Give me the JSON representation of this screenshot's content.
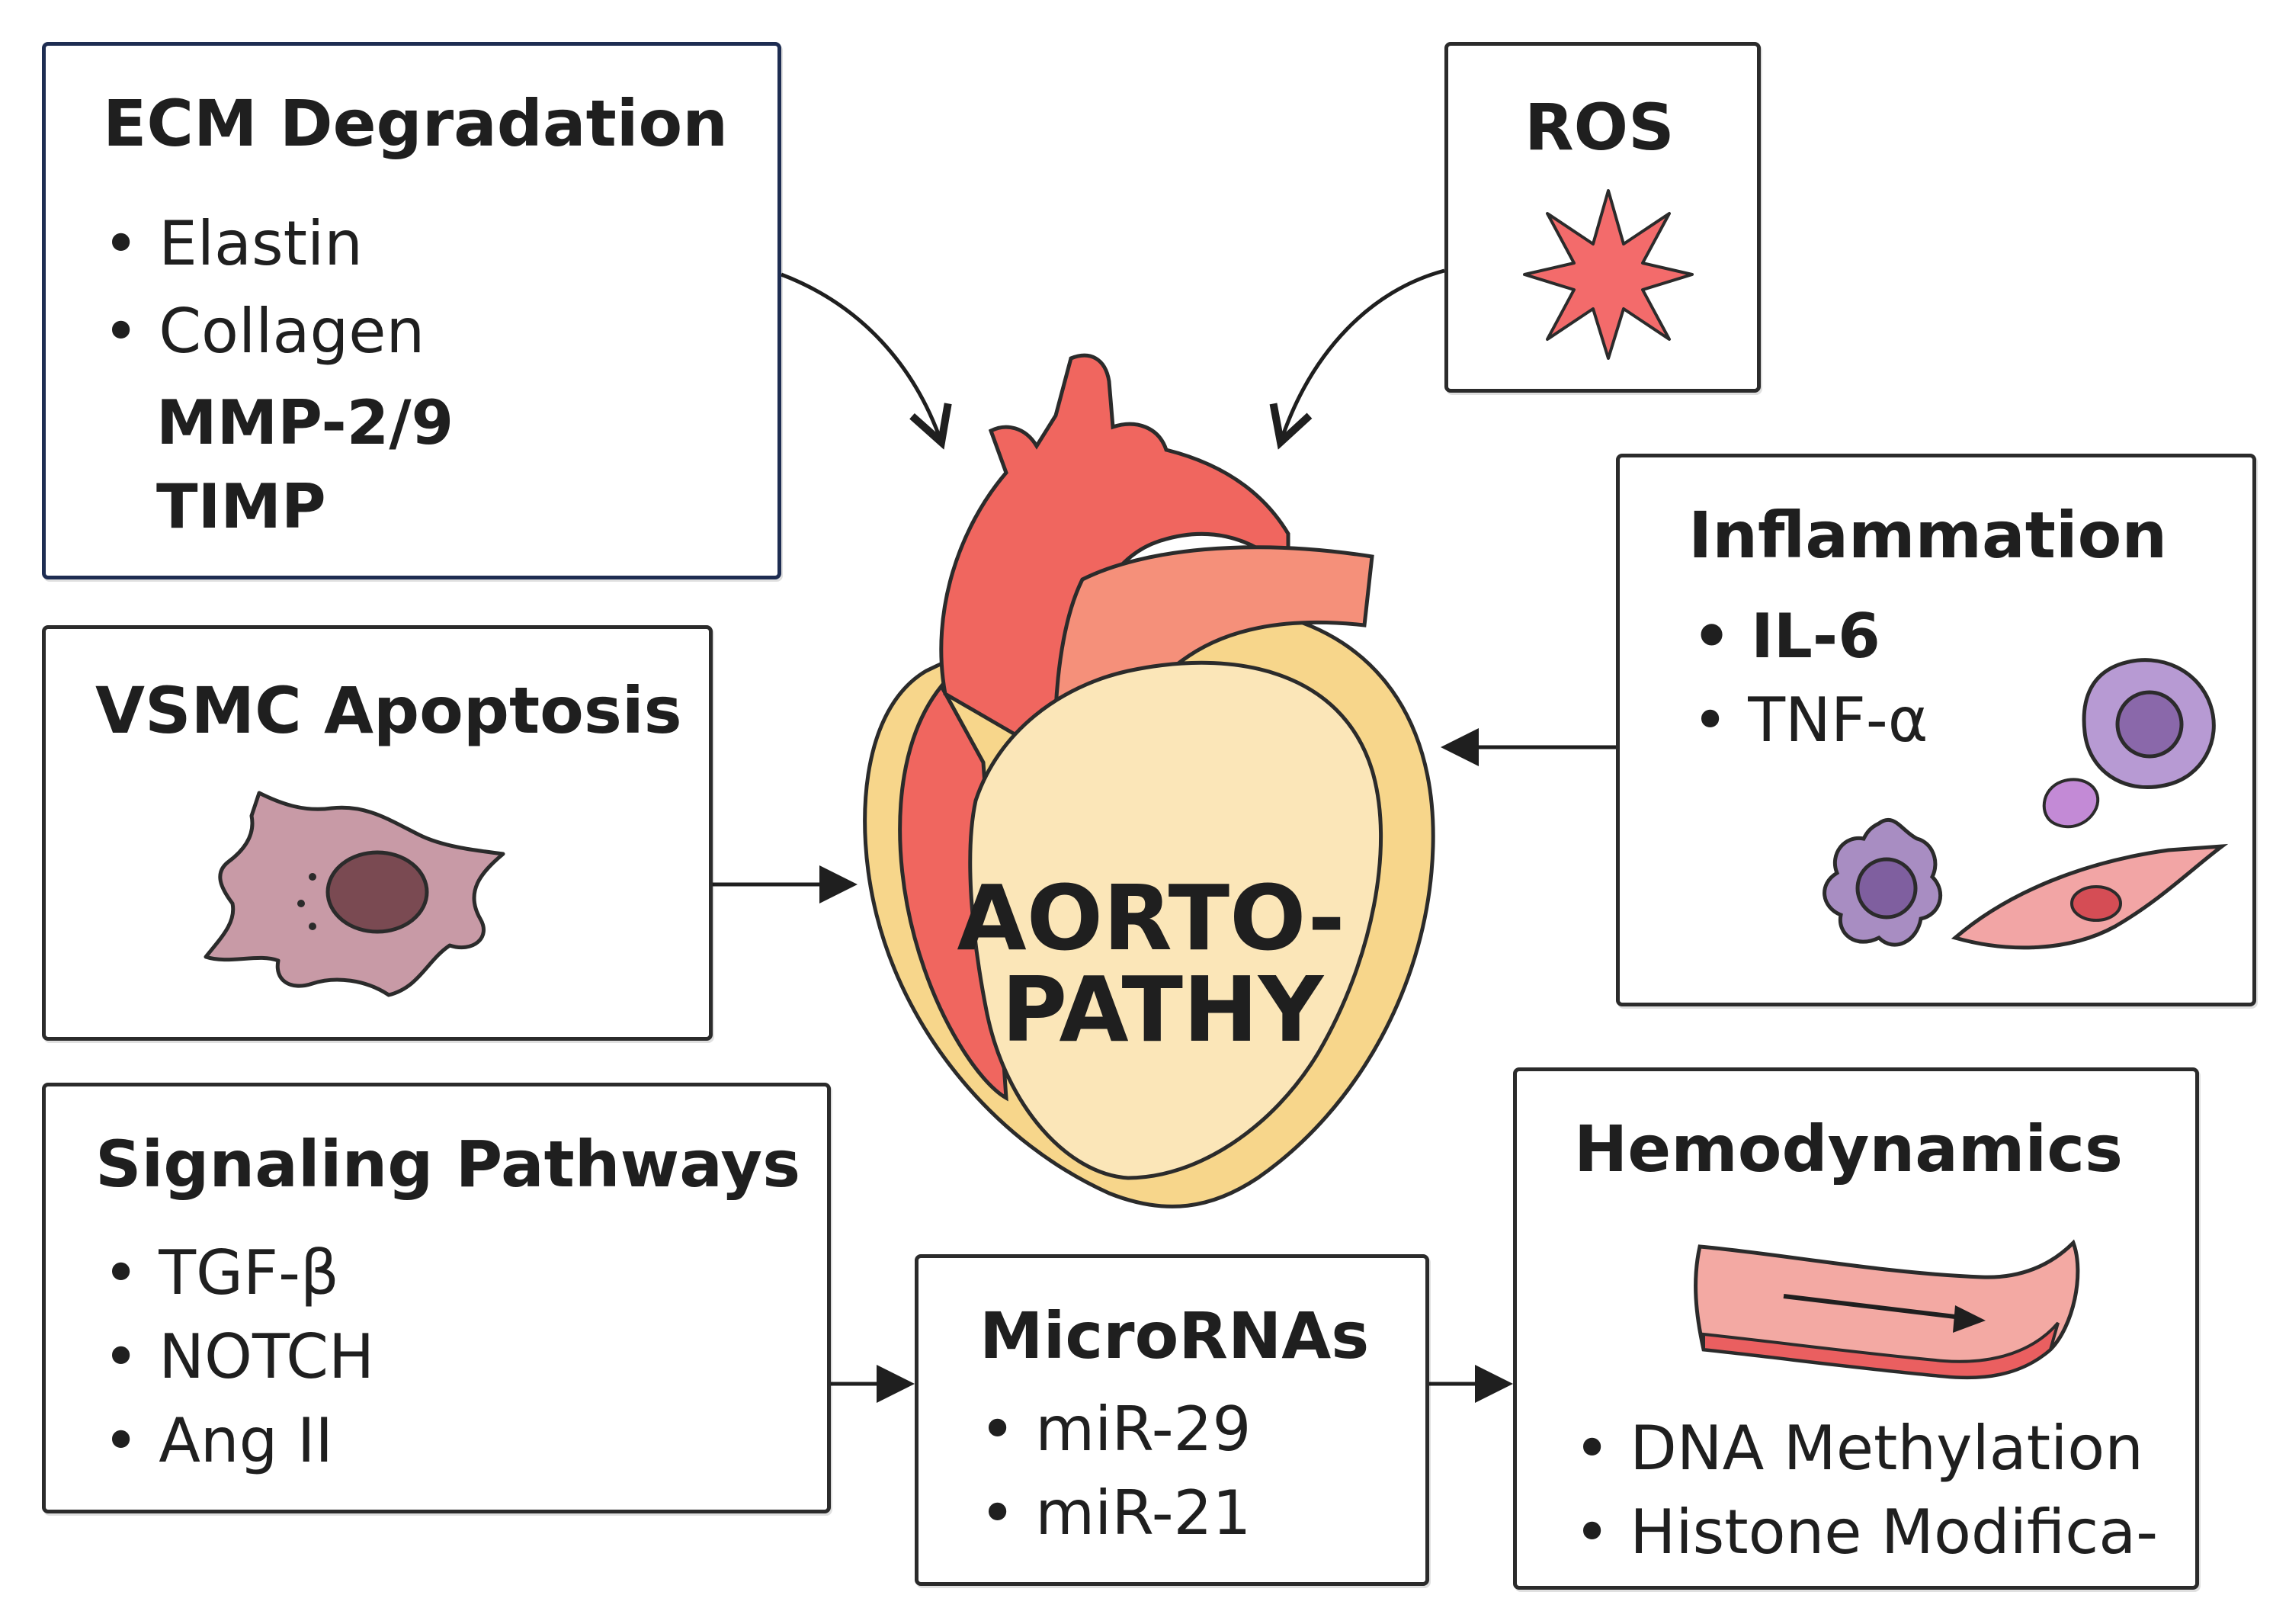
{
  "center": {
    "line1": "AORTO-",
    "line2": "PATHY"
  },
  "ecm": {
    "title": "ECM Degradation",
    "items": [
      "Elastin",
      "Collagen"
    ],
    "extra": [
      "MMP-2/9",
      "TIMP"
    ]
  },
  "ros": {
    "title": "ROS"
  },
  "inflammation": {
    "title": "Inflammation",
    "items": [
      "IL-6",
      "TNF-α"
    ]
  },
  "vsmc": {
    "title": "VSMC Apoptosis"
  },
  "signaling": {
    "title": "Signaling Pathways",
    "items": [
      "TGF-β",
      "NOTCH",
      "Ang II"
    ]
  },
  "micrornas": {
    "title": "MicroRNAs",
    "items": [
      "miR-29",
      "miR-21"
    ]
  },
  "hemodynamics": {
    "title": "Hemodynamics",
    "items": [
      "DNA Methylation",
      "Histone Modifica-"
    ]
  },
  "bullet_symbol": "•",
  "colors": {
    "heart_red": "#f0665f",
    "heart_salmon": "#f5907a",
    "heart_cream": "#fbe6b8",
    "heart_yellow": "#f7d68b",
    "ros_star": "#f36b6b",
    "cell_mauve": "#c89aa6",
    "cell_purple": "#a88dc2",
    "outline": "#2b2b2b"
  },
  "icons": {
    "ros": "star-burst-icon",
    "vsmc": "apoptotic-cell-icon",
    "inflammation": "immune-cells-icon",
    "hemodynamics": "vessel-flow-icon"
  }
}
